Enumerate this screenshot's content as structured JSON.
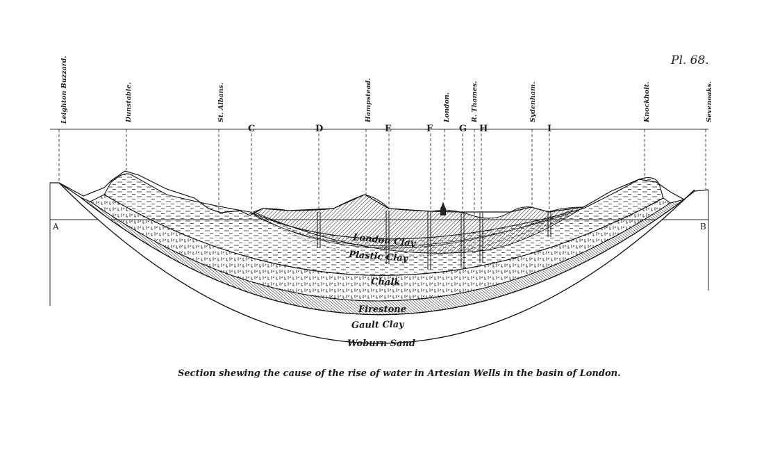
{
  "plate_number": "Pl. 68.",
  "places": [
    "Leighton Buzzard.",
    "Dunstable.",
    "St. Albans.",
    "Hampstead.",
    "London.",
    "R. Thames.",
    "Sydenham.",
    "Knockholt.",
    "Sevenoaks."
  ],
  "well_letters": [
    "C",
    "D",
    "E",
    "F",
    "G",
    "H",
    "I"
  ],
  "end_letters": [
    "A",
    "B"
  ],
  "strata": [
    "London Clay",
    "Plastic Clay",
    "Chalk",
    "Firestone",
    "Gault Clay",
    "Woburn Sand"
  ],
  "caption": "Section shewing the cause of the rise of water in Artesian Wells in the basin of London."
}
